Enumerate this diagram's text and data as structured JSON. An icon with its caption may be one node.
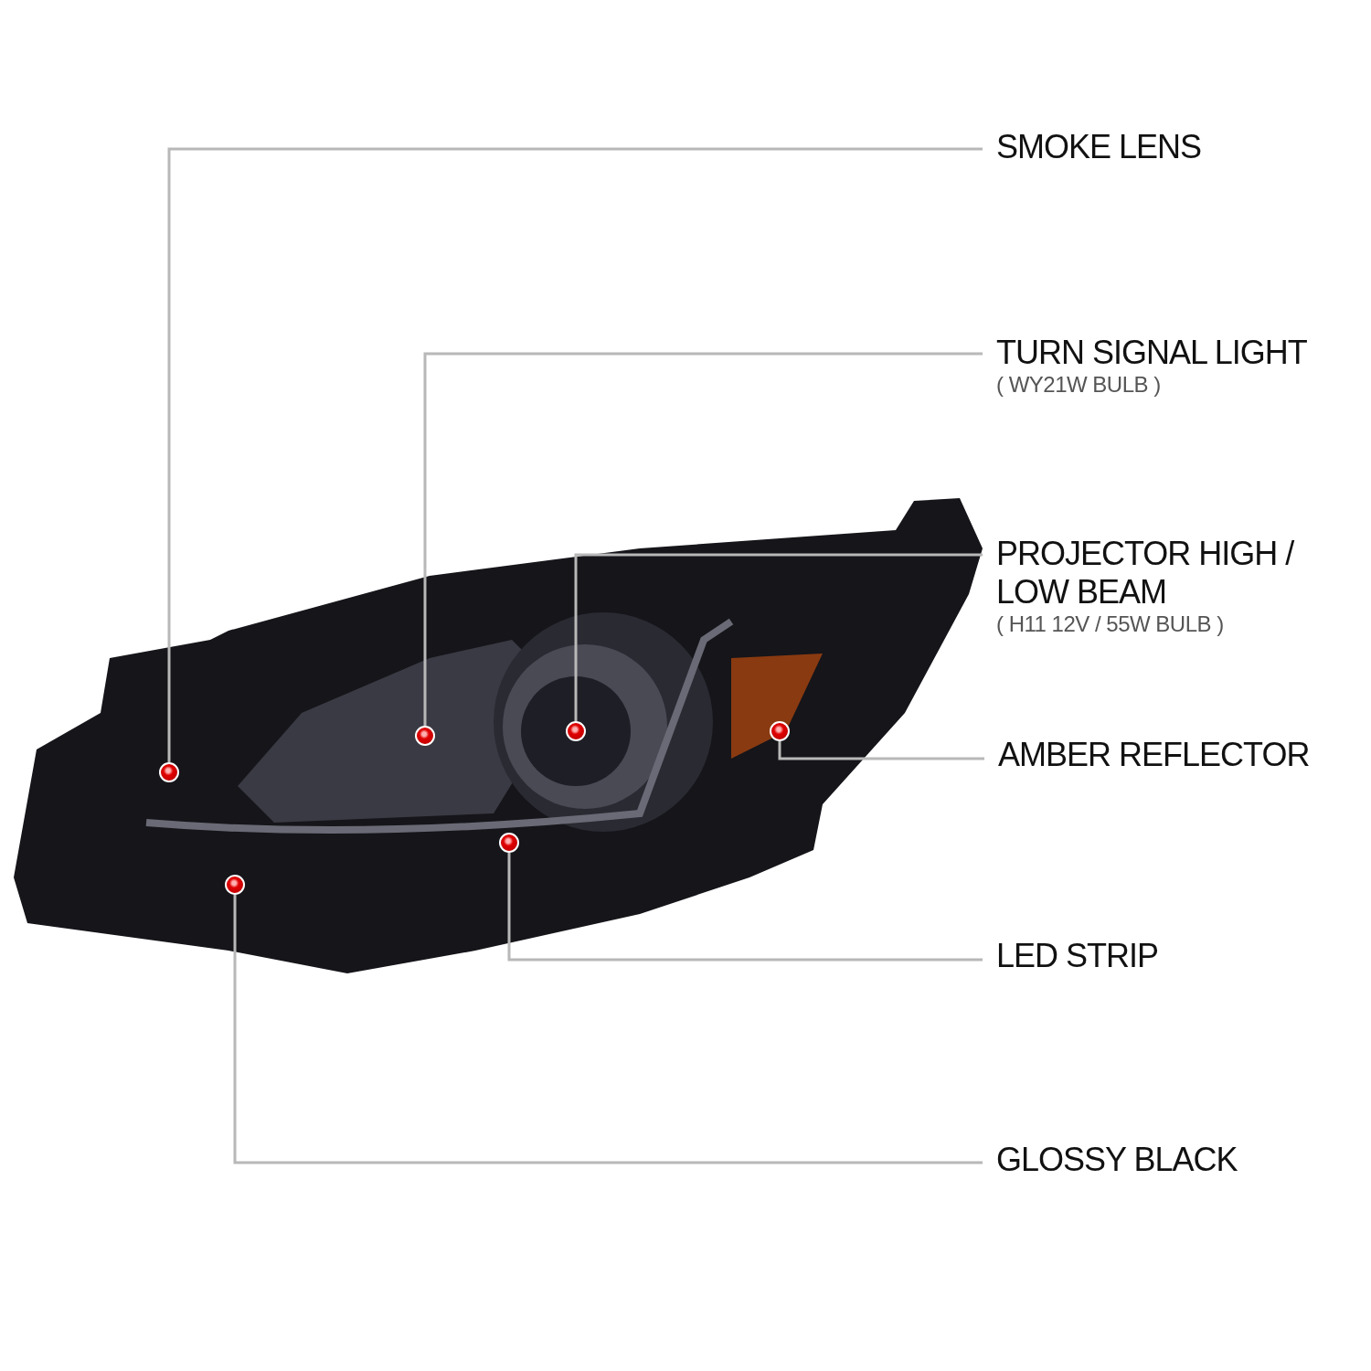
{
  "diagram": {
    "nodes": [
      {
        "text": [
          "SMOKE LENS"
        ]
      },
      {
        "text": [],
        "shape": "circle"
      },
      {
        "text": [
          "TURN SIGNAL LIGHT",
          "( WY21W BULB )"
        ]
      },
      {
        "text": [],
        "shape": "circle"
      },
      {
        "text": [
          "PROJECTOR HIGH / LOW BEAM",
          "( H11 12V / 55W BULB )"
        ]
      },
      {
        "text": [],
        "shape": "circle"
      },
      {
        "text": [
          "AMBER REFLECTOR"
        ]
      },
      {
        "text": [],
        "shape": "circle"
      },
      {
        "text": [
          "LED STRIP"
        ]
      },
      {
        "text": [],
        "shape": "circle"
      },
      {
        "text": [
          "GLOSSY BLACK"
        ]
      },
      {
        "text": [],
        "shape": "circle"
      }
    ],
    "edges": [
      {
        "from": 0,
        "to": 1,
        "arrow": "none"
      },
      {
        "from": 2,
        "to": 3,
        "arrow": "none"
      },
      {
        "from": 4,
        "to": 5,
        "arrow": "none"
      },
      {
        "from": 6,
        "to": 7,
        "arrow": "none"
      },
      {
        "from": 8,
        "to": 9,
        "arrow": "none"
      },
      {
        "from": 10,
        "to": 11,
        "arrow": "none"
      }
    ]
  }
}
